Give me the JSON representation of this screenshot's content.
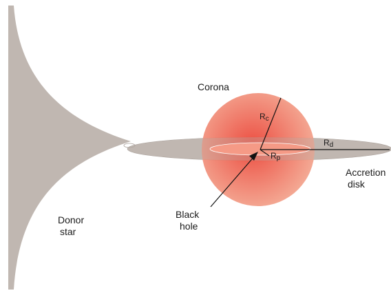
{
  "labels": {
    "corona": "Corona",
    "accretion_disk": [
      "Accretion",
      "disk"
    ],
    "donor_star": [
      "Donor",
      "star"
    ],
    "black_hole": [
      "Black",
      "hole"
    ],
    "radius_corona": {
      "symbol": "R",
      "sub": "c"
    },
    "radius_disk": {
      "symbol": "R",
      "sub": "d"
    },
    "radius_inner": {
      "symbol": "R",
      "sub": "p"
    }
  },
  "colors": {
    "gas": "#c0b7b1",
    "gas_edge": "#a89f99",
    "corona_center": "#ea3a2c",
    "corona_edge": "#f3a78f",
    "hot_disk": "#f59a86",
    "line": "#111111"
  }
}
